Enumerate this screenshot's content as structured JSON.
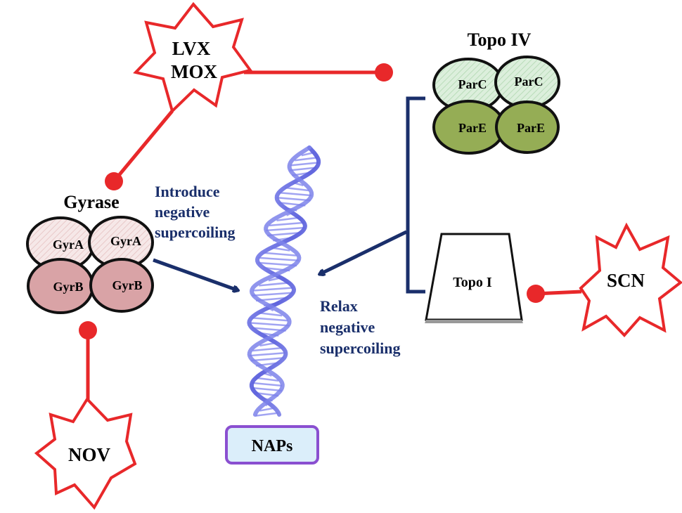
{
  "drugs": {
    "lvx": "LVX",
    "mox": "MOX",
    "nov": "NOV",
    "scn": "SCN"
  },
  "gyrase": {
    "title": "Gyrase",
    "subunit_a1": "GyrA",
    "subunit_a2": "GyrA",
    "subunit_b1": "GyrB",
    "subunit_b2": "GyrB"
  },
  "topo_iv": {
    "title": "Topo IV",
    "subunit_c1": "ParC",
    "subunit_c2": "ParC",
    "subunit_e1": "ParE",
    "subunit_e2": "ParE"
  },
  "topo_i": {
    "label": "Topo I"
  },
  "annotations": {
    "introduce_line1": "Introduce",
    "introduce_line2": "negative",
    "introduce_line3": "supercoiling",
    "relax_line1": "Relax",
    "relax_line2": "negative",
    "relax_line3": "supercoiling"
  },
  "naps": {
    "label": "NAPs"
  },
  "colors": {
    "inhibitor_red": "#e8282a",
    "arrow_navy": "#1a2f6b",
    "gyra_fill": "#f3e3e3",
    "gyrb_fill": "#d9a3a6",
    "parc_fill": "#d3ead3",
    "pare_fill": "#95ad55",
    "naps_border": "#8a4fd0",
    "naps_fill": "#dbeefa",
    "dna_blue": "#6b6fe0"
  }
}
